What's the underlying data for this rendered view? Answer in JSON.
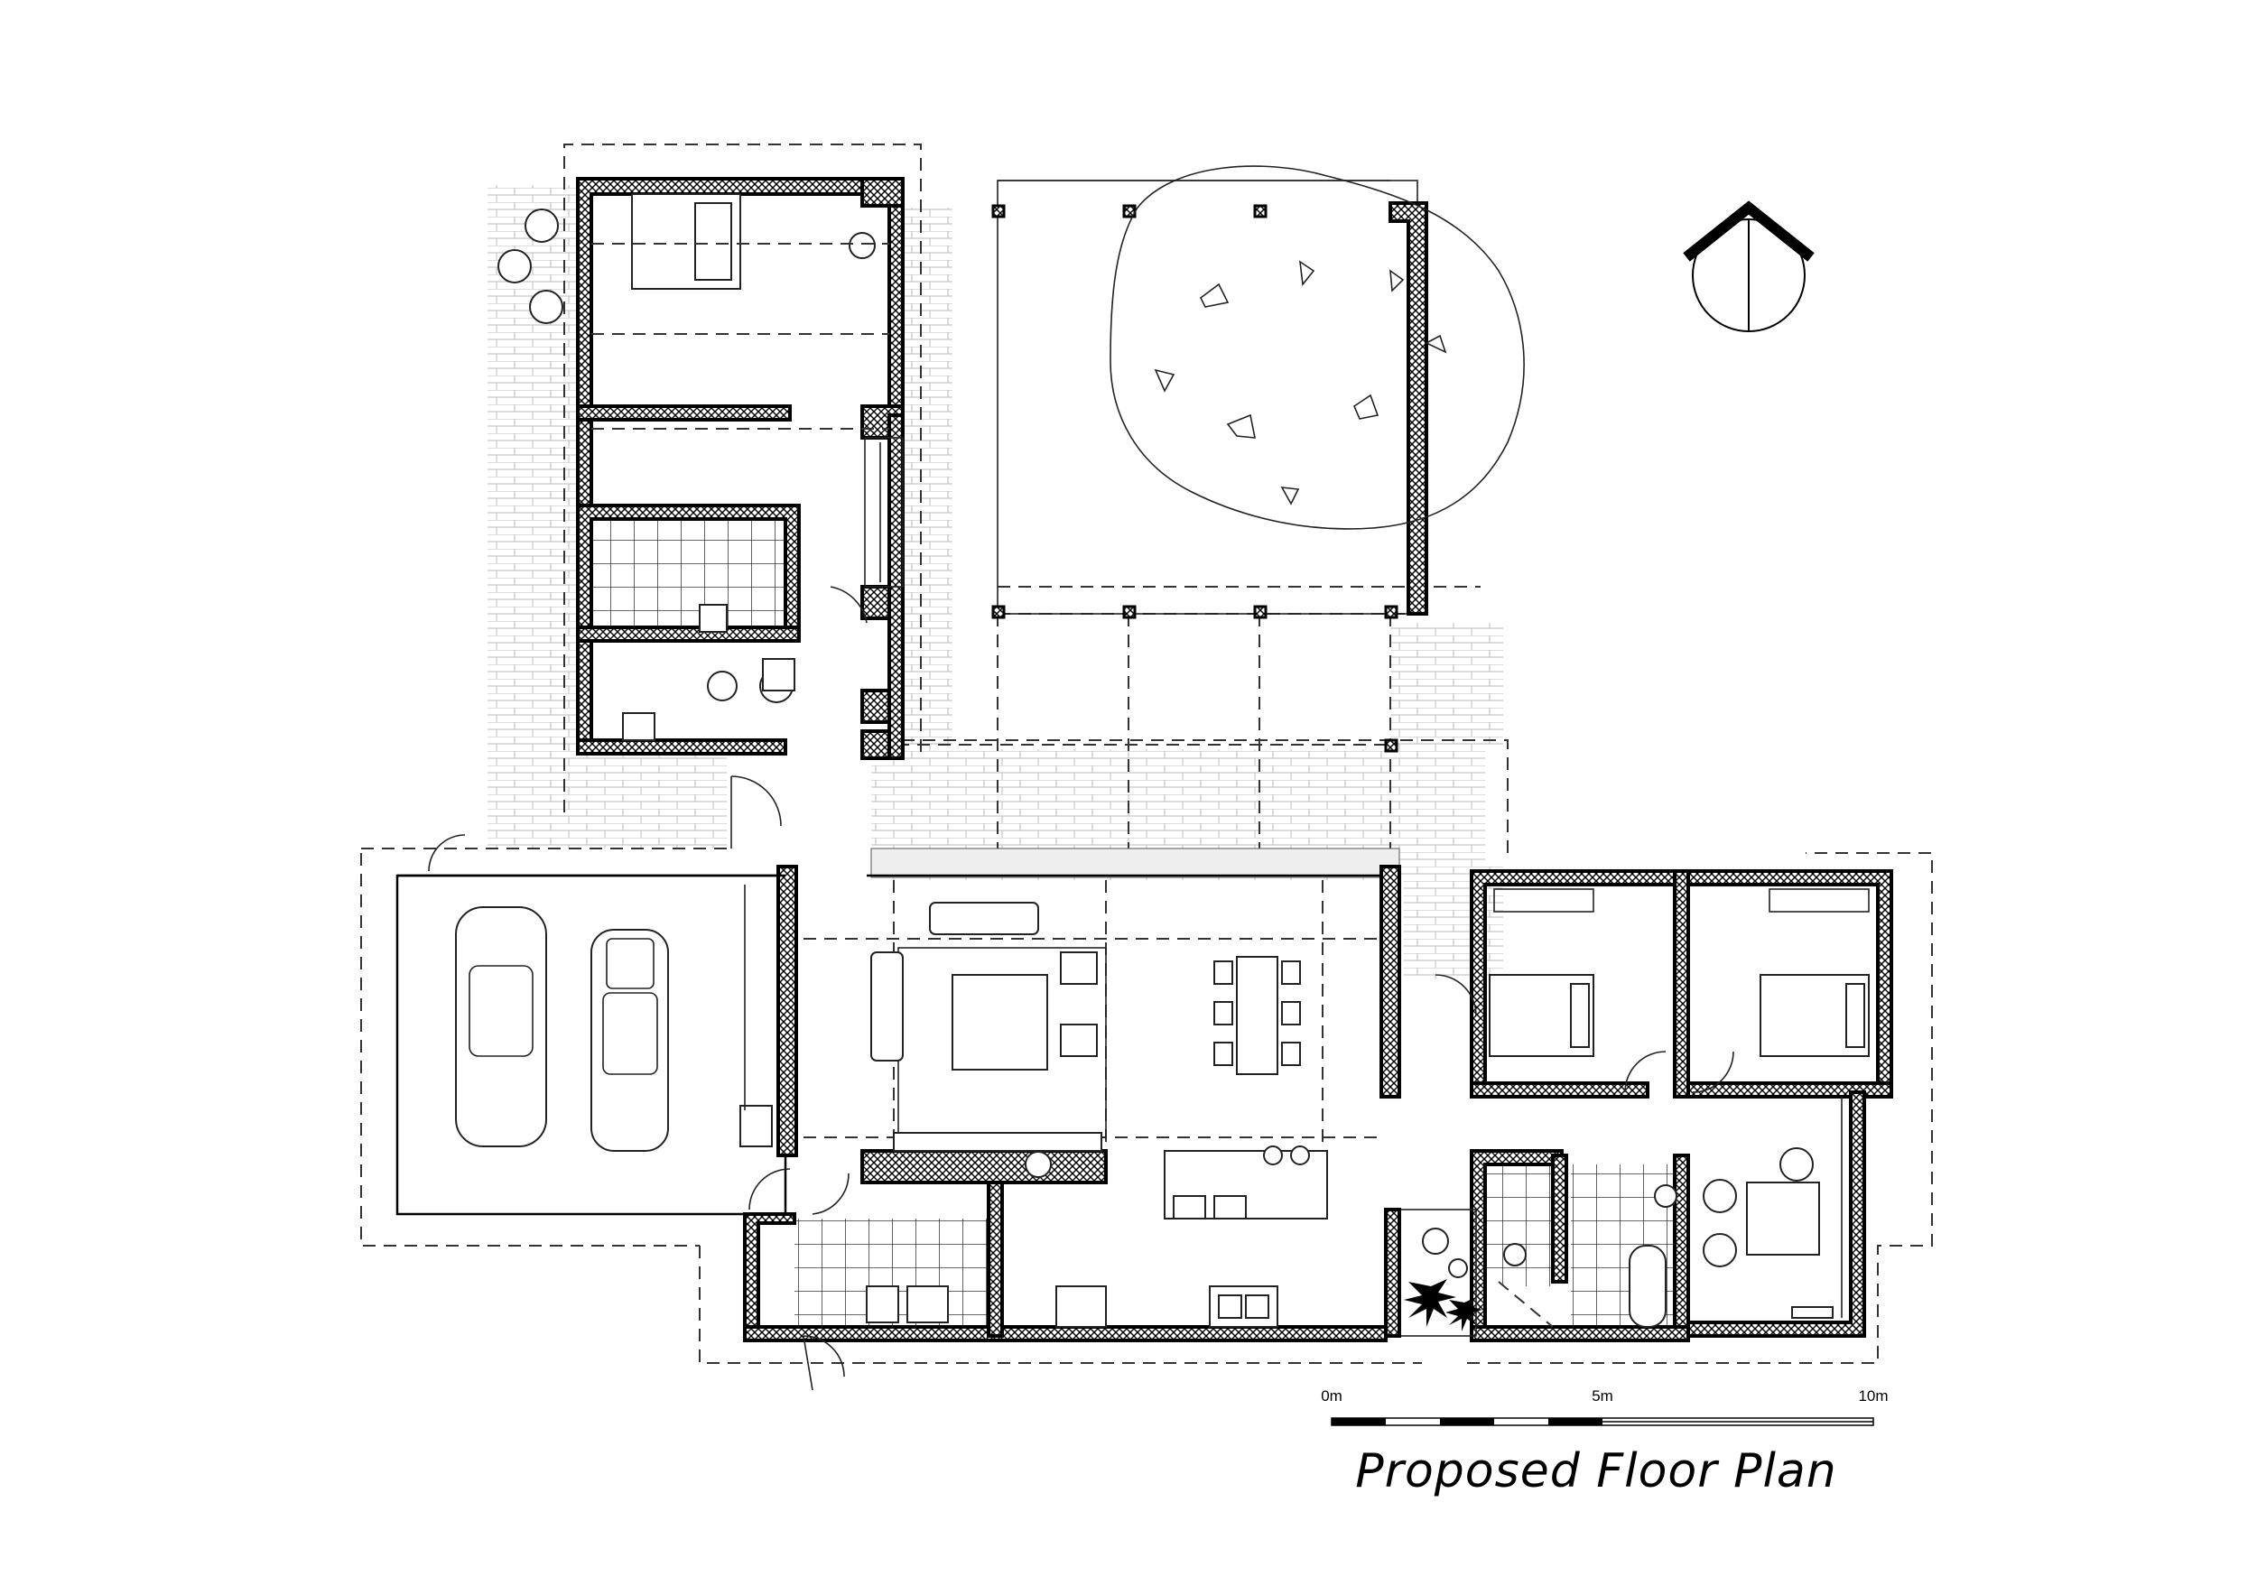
{
  "title": "Proposed Floor Plan",
  "scale_bar": {
    "labels": [
      "0m",
      "5m",
      "10m"
    ]
  },
  "north_arrow": {
    "icon": "north-arrow-icon"
  },
  "colors": {
    "line": "#000000",
    "background": "#ffffff"
  }
}
